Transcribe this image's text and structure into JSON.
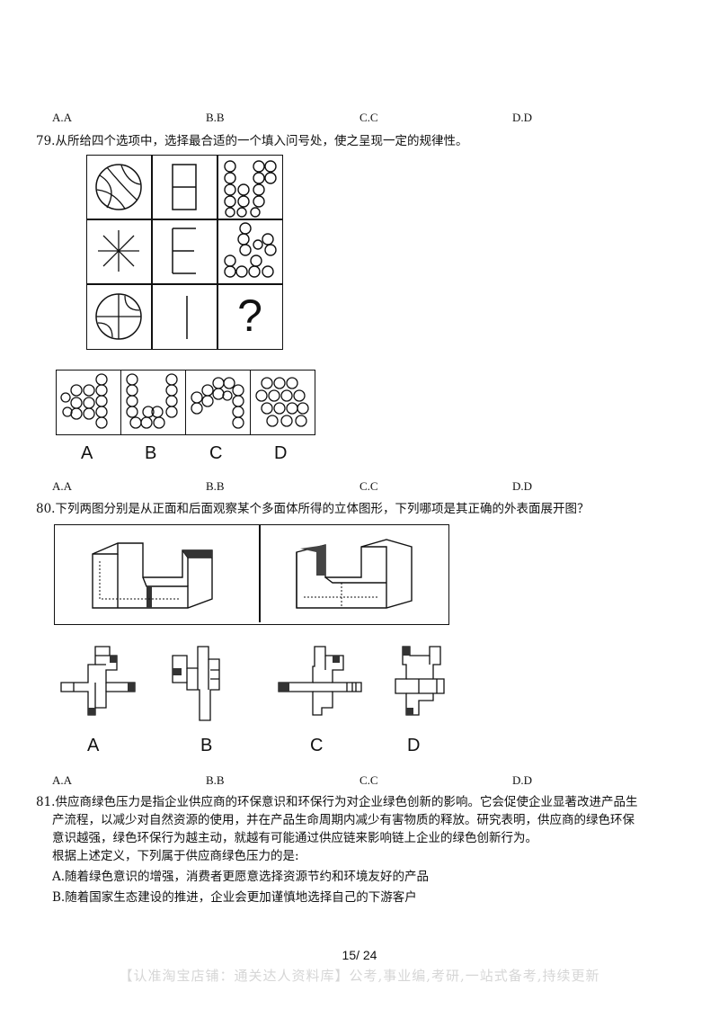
{
  "top_options": [
    "A.A",
    "B.B",
    "C.C",
    "D.D"
  ],
  "q79": {
    "text": "79.从所给四个选项中，选择最合适的一个填入问号处，使之呈现一定的规律性。",
    "question_mark": "?",
    "option_letters": [
      "A",
      "B",
      "C",
      "D"
    ],
    "options": [
      "A.A",
      "B.B",
      "C.C",
      "D.D"
    ]
  },
  "q80": {
    "text": "80.下列两图分别是从正面和后面观察某个多面体所得的立体图形，下列哪项是其正确的外表面展开图？",
    "option_letters": [
      "A",
      "B",
      "C",
      "D"
    ],
    "options": [
      "A.A",
      "B.B",
      "C.C",
      "D.D"
    ]
  },
  "q81": {
    "line1": "81.供应商绿色压力是指企业供应商的环保意识和环保行为对企业绿色创新的影响。它会促使企业显著改进产品生",
    "line2": "产流程，以减少对自然资源的使用，并在产品生命周期内减少有害物质的释放。研究表明，供应商的绿色环保",
    "line3": "意识越强，绿色环保行为越主动，就越有可能通过供应链来影响链上企业的绿色创新行为。",
    "line4": "根据上述定义，下列属于供应商绿色压力的是:",
    "optA": "A.随着绿色意识的增强，消费者更愿意选择资源节约和环境友好的产品",
    "optB": "B.随着国家生态建设的推进，企业会更加谨慎地选择自己的下游客户"
  },
  "footer": {
    "page": "15/ 24"
  },
  "watermark": "【认准淘宝店铺：通关达人资料库】公考,事业编,考研,一站式备考,持续更新"
}
